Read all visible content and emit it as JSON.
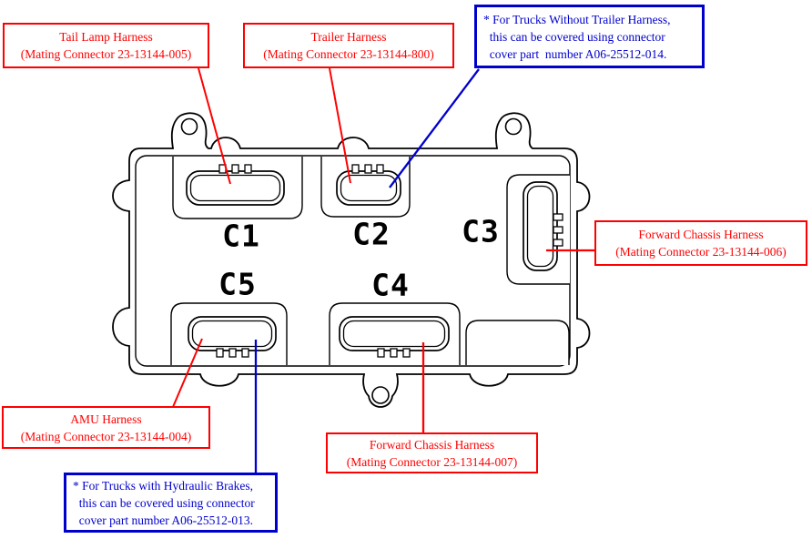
{
  "diagram": {
    "description": "Bulkhead module connector diagram",
    "connectors": [
      {
        "label": "C1"
      },
      {
        "label": "C2"
      },
      {
        "label": "C3"
      },
      {
        "label": "C4"
      },
      {
        "label": "C5"
      }
    ],
    "callouts": {
      "tail_lamp": {
        "text": "Tail Lamp Harness\n(Mating Connector 23-13144-005)"
      },
      "trailer": {
        "text": "Trailer Harness\n(Mating Connector 23-13144-800)"
      },
      "no_trailer_note": {
        "text": "* For Trucks Without Trailer Harness,\n  this can be covered using connector\n  cover part  number A06-25512-014."
      },
      "forward_chassis_right": {
        "text": "Forward Chassis Harness\n(Mating Connector 23-13144-006)"
      },
      "amu": {
        "text": "AMU Harness\n(Mating Connector 23-13144-004)"
      },
      "hydraulic_note": {
        "text": "* For Trucks with Hydraulic Brakes,\n  this can be covered using connector\n  cover part number A06-25512-013."
      },
      "forward_chassis_bottom": {
        "text": "Forward Chassis Harness\n(Mating Connector 23-13144-007)"
      }
    },
    "colors": {
      "callout_red": "#ff0000",
      "callout_blue": "#0000cd",
      "outline_black": "#000000",
      "background": "#ffffff"
    }
  }
}
